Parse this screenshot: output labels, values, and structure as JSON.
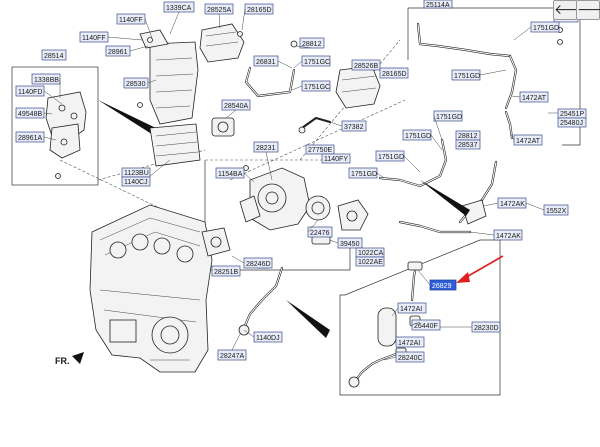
{
  "nav": {
    "prev_glyph": "🡐",
    "next_glyph": "🡒"
  },
  "callouts": {
    "c1339CA": "1339CA",
    "c28525A": "28525A",
    "c28165D_a": "28165D",
    "c1140FF_a": "1140FF",
    "c1140FF_b": "1140FF",
    "c28961": "28961",
    "c28514": "28514",
    "c1338BB": "1338BB",
    "c1140FD": "1140FD",
    "c49548B": "49548B",
    "c28961A": "28961A",
    "c28530": "28530",
    "c1123BU": "1123BU",
    "c1140CJ": "1140CJ",
    "c28812_a": "28812",
    "c26831": "26831",
    "c1751GC_a": "1751GC",
    "c1751GC_b": "1751GC",
    "c28526B": "28526B",
    "c28165D_b": "28165D",
    "c28540A": "28540A",
    "c37382": "37382",
    "c28231": "28231",
    "c27750E": "27750E",
    "c1140FY": "1140FY",
    "c1154BA": "1154BA",
    "c22476": "22476",
    "c39450": "39450",
    "c1022CA": "1022CA",
    "c1022AE": "1022AE",
    "c28246D": "28246D",
    "c28251B": "28251B",
    "c1140DJ": "1140DJ",
    "c28247A": "28247A",
    "c25114A": "25114A",
    "c28812_b": "28812",
    "c1751GD_a": "1751GD",
    "c1751GD_b": "1751GD",
    "c1472AT_a": "1472AT",
    "c25451P": "25451P",
    "c25480J": "25480J",
    "c1472AT_b": "1472AT",
    "c1751GD_c": "1751GD",
    "c28812_c": "28812",
    "c28537": "28537",
    "c1751GD_d": "1751GD",
    "c1751GD_e": "1751GD",
    "c1751GD_f": "1751GD",
    "c1472AK_a": "1472AK",
    "c1552X": "1552X",
    "c1472AK_b": "1472AK",
    "c26829": "26829",
    "c1472AI_a": "1472AI",
    "c26440F": "26440F",
    "c28230D": "28230D",
    "c1472AI_b": "1472AI",
    "c28240C": "28240C"
  },
  "fr_label": "FR.",
  "colors": {
    "highlight": "#2f5fd6",
    "arrow": "#e02020",
    "callout_fill": "#e8ecf8",
    "callout_stroke": "#3a4a8c"
  },
  "icons": {
    "prev": "arrow-left-icon",
    "next": "arrow-right-icon"
  }
}
